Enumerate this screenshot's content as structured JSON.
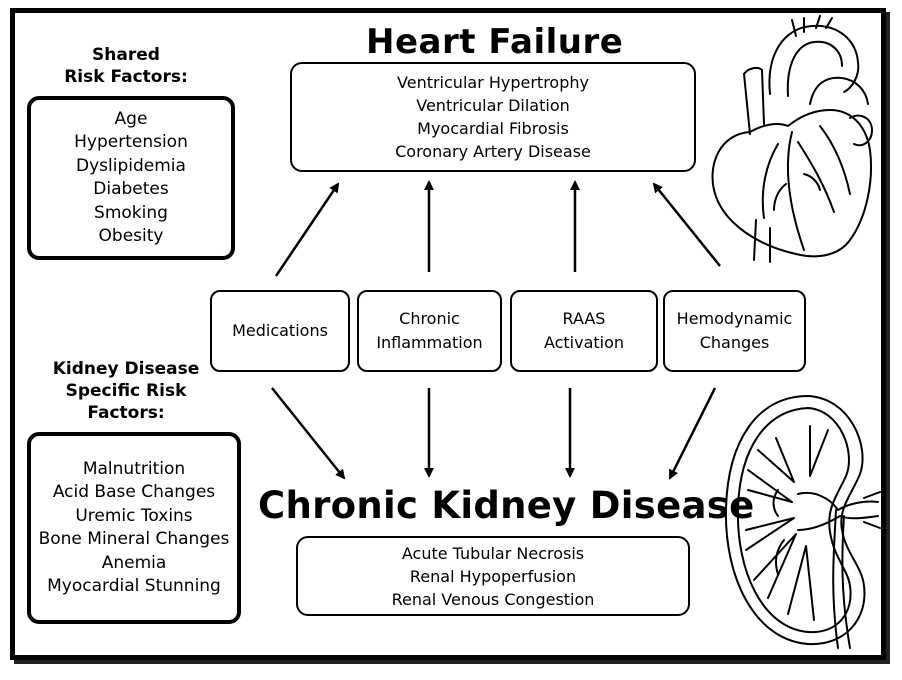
{
  "titles": {
    "heart_failure": "Heart Failure",
    "ckd": "Chronic Kidney Disease"
  },
  "shared_risk": {
    "heading_line1": "Shared",
    "heading_line2": "Risk Factors:",
    "items": [
      "Age",
      "Hypertension",
      "Dyslipidemia",
      "Diabetes",
      "Smoking",
      "Obesity"
    ]
  },
  "kidney_risk": {
    "heading_line1": "Kidney Disease",
    "heading_line2": "Specific Risk",
    "heading_line3": "Factors:",
    "items": [
      "Malnutrition",
      "Acid Base Changes",
      "Uremic Toxins",
      "Bone Mineral Changes",
      "Anemia",
      "Myocardial Stunning"
    ]
  },
  "heart_failure_box": {
    "items": [
      "Ventricular Hypertrophy",
      "Ventricular Dilation",
      "Myocardial Fibrosis",
      "Coronary Artery Disease"
    ]
  },
  "ckd_box": {
    "items": [
      "Acute Tubular Necrosis",
      "Renal Hypoperfusion",
      "Renal Venous Congestion"
    ]
  },
  "mechanisms": [
    {
      "label": "Medications"
    },
    {
      "label": "Chronic\nInflammation"
    },
    {
      "label": "RAAS\nActivation"
    },
    {
      "label": "Hemodynamic\nChanges"
    }
  ],
  "illustrations": {
    "heart": "heart-anatomy-illustration",
    "kidney": "kidney-cross-section-illustration"
  }
}
